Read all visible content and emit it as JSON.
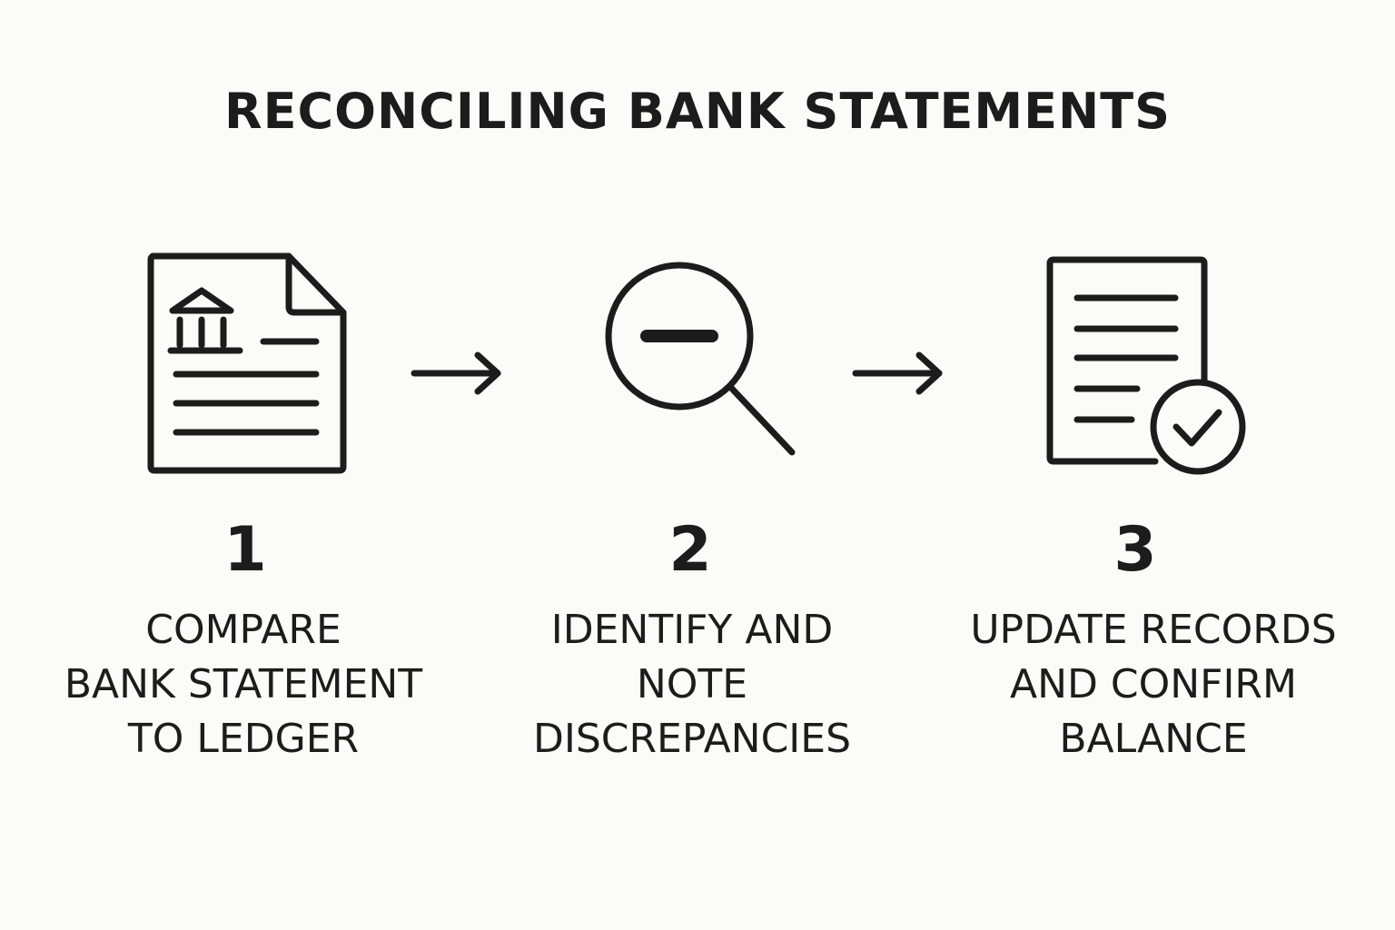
{
  "title": "RECONCILING BANK STATEMENTS",
  "steps": [
    {
      "number": "1",
      "lines": [
        "COMPARE",
        "BANK STATEMENT",
        "TO LEDGER"
      ],
      "icon": "bank-statement-icon"
    },
    {
      "number": "2",
      "lines": [
        "IDENTIFY AND",
        "NOTE",
        "DISCREPANCIES"
      ],
      "icon": "magnifier-minus-icon"
    },
    {
      "number": "3",
      "lines": [
        "UPDATE RECORDS",
        "AND CONFIRM",
        "BALANCE"
      ],
      "icon": "document-check-icon"
    }
  ],
  "connectors": [
    "arrow-right-icon",
    "arrow-right-icon"
  ],
  "colors": {
    "background": "#fbfbf9",
    "ink": "#1c1c1c"
  }
}
